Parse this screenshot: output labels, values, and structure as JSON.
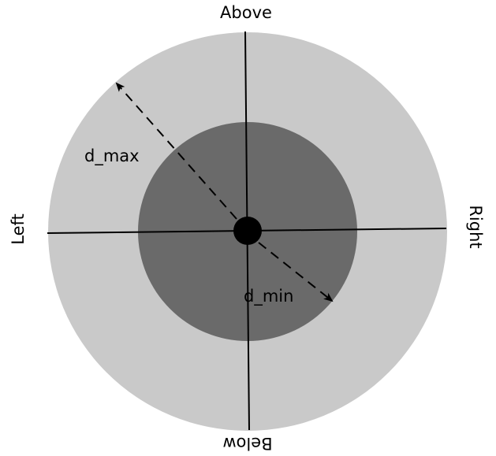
{
  "colors": {
    "outer_zone": "#c9c9c9",
    "inner_zone": "#6a6a6a",
    "lines": "#000000",
    "center_dot": "#000000"
  },
  "labels": {
    "above": "Above",
    "below": "Below",
    "left": "Left",
    "right": "Right",
    "d_max": "d_max",
    "d_min": "d_min"
  }
}
